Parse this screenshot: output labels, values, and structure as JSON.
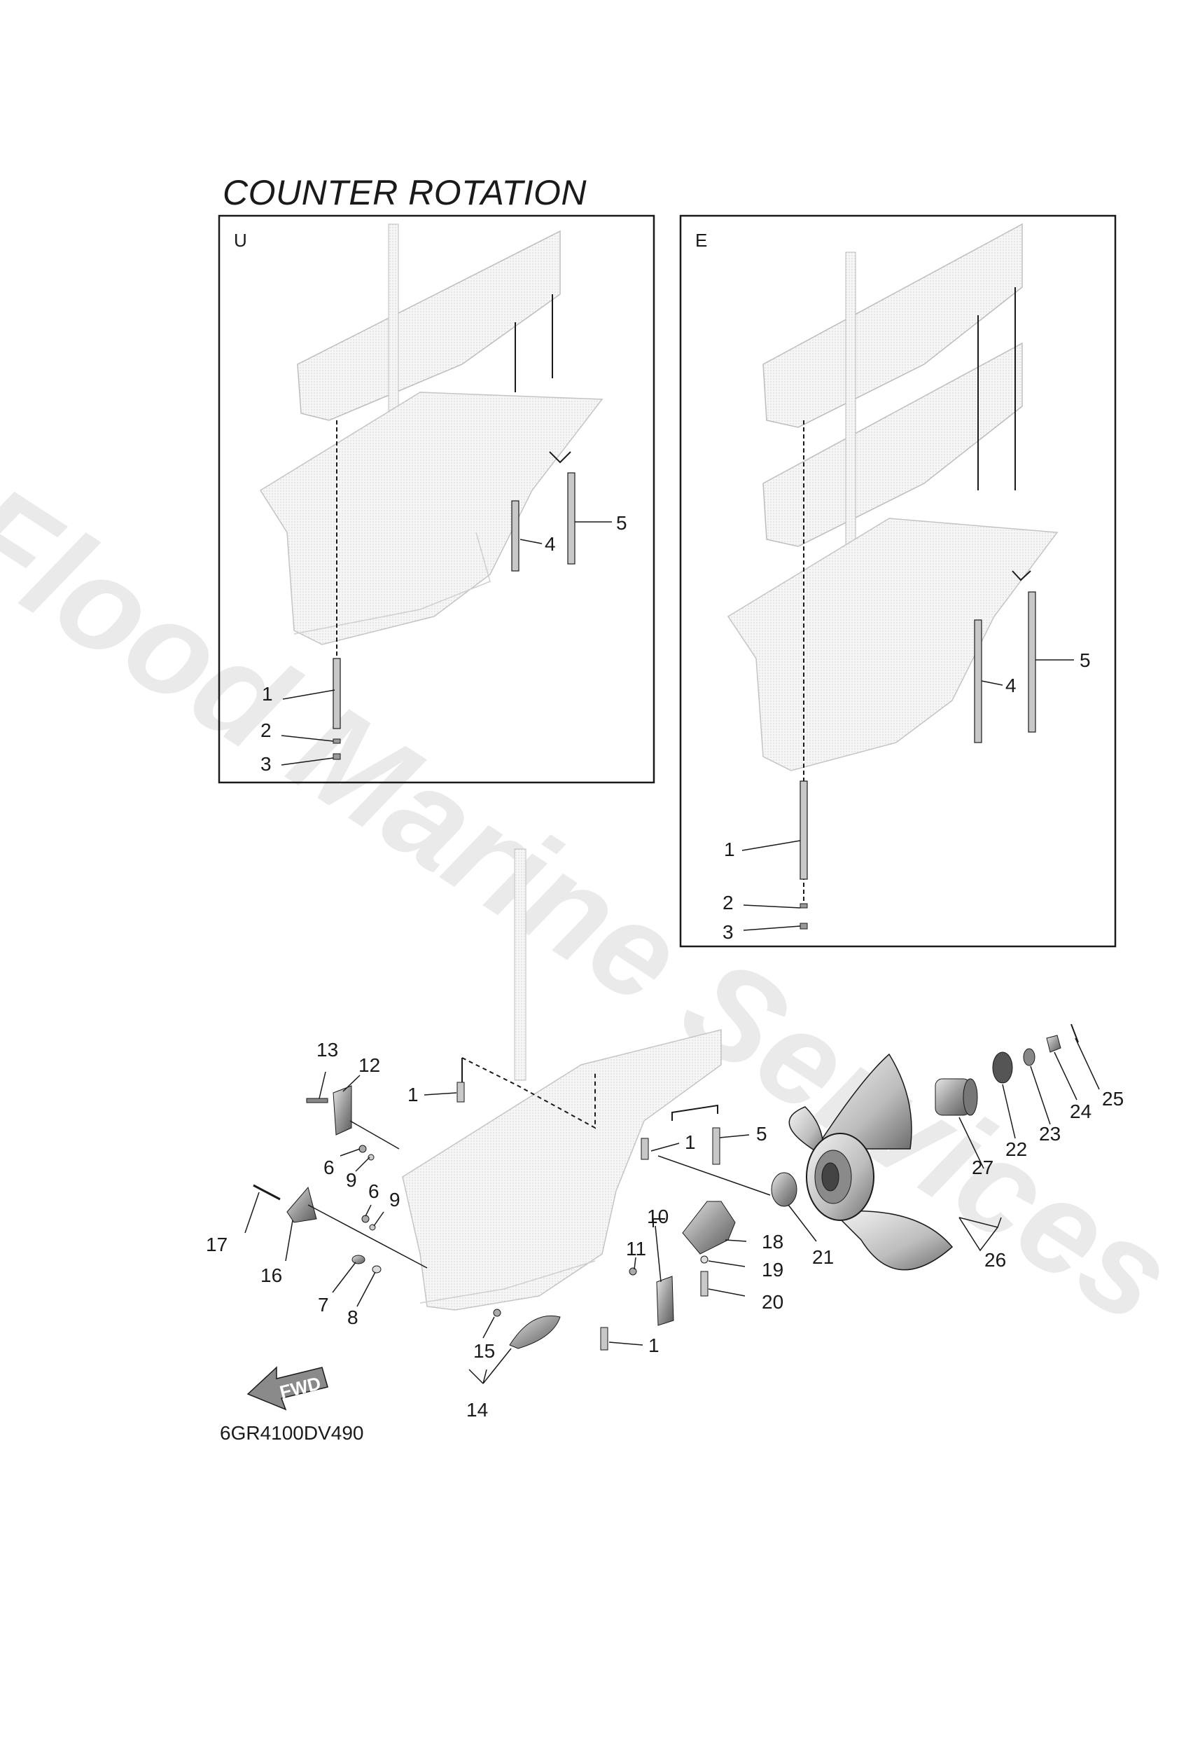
{
  "title": "COUNTER ROTATION",
  "diagram_code": "6GR4100DV490",
  "watermark": "Flood Marine Services",
  "insets": {
    "u": {
      "label": "U",
      "callouts": [
        "1",
        "2",
        "3",
        "4",
        "5"
      ]
    },
    "e": {
      "label": "E",
      "callouts": [
        "1",
        "2",
        "3",
        "4",
        "5"
      ]
    }
  },
  "main_callouts": [
    "1",
    "1",
    "1",
    "5",
    "6",
    "6",
    "7",
    "8",
    "9",
    "9",
    "10",
    "11",
    "12",
    "13",
    "14",
    "15",
    "16",
    "17",
    "18",
    "19",
    "20",
    "21",
    "22",
    "23",
    "24",
    "25",
    "26",
    "27"
  ],
  "fwd_arrow_label": "FWD",
  "colors": {
    "line": "#1a1a1a",
    "part_fill": "#f1f1f1",
    "shade": "#9a9a9a"
  }
}
